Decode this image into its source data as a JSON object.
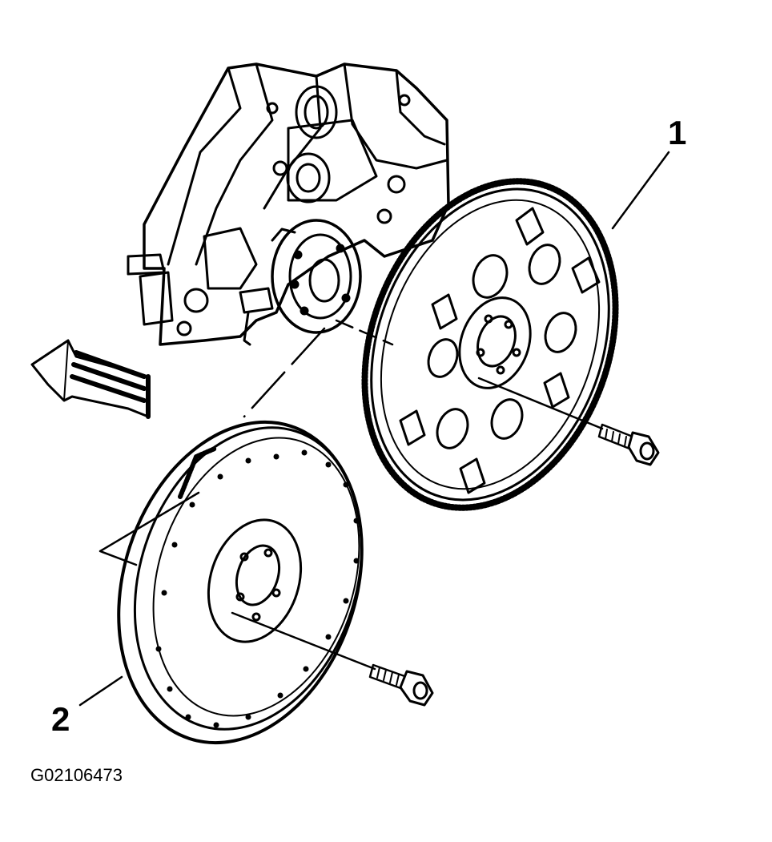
{
  "diagram": {
    "callouts": [
      {
        "label": "1"
      },
      {
        "label": "2"
      }
    ],
    "figure_id": "G02106473",
    "parts": {
      "engine_block": "engine-block-rear",
      "part_1": "flexplate",
      "part_2": "flywheel",
      "bolt_1": "flexplate-bolt",
      "bolt_2": "flywheel-bolt",
      "arrow": "direction-arrow"
    },
    "colors": {
      "ink": "#000000",
      "paper": "#ffffff"
    }
  }
}
